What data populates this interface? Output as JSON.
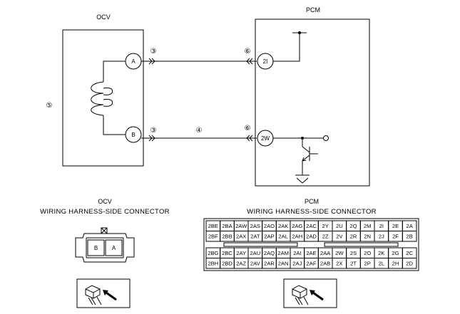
{
  "ocv": {
    "title": "OCV",
    "callout": "⑤",
    "terminal_a": "A",
    "terminal_b": "B",
    "callout_a": "③",
    "callout_b": "③"
  },
  "pcm": {
    "title": "PCM",
    "terminal_top": "2I",
    "terminal_bottom": "2W",
    "callout_top": "⑥",
    "callout_bottom": "⑥"
  },
  "wire_callout": "④",
  "ocv_connector": {
    "title": "OCV",
    "subtitle": "WIRING HARNESS-SIDE CONNECTOR",
    "pins": [
      "B",
      "A"
    ]
  },
  "pcm_connector": {
    "title": "PCM",
    "subtitle": "WIRING HARNESS-SIDE CONNECTOR",
    "upper_rows": [
      [
        "2BE",
        "2BA",
        "2AW",
        "2AS",
        "2AO",
        "2AK",
        "2AG",
        "2AC",
        "2Y",
        "2U",
        "2Q",
        "2M",
        "2I",
        "2E",
        "2A"
      ],
      [
        "2BF",
        "2BB",
        "2AX",
        "2AT",
        "2AP",
        "2AL",
        "2AH",
        "2AD",
        "2Z",
        "2V",
        "2R",
        "2N",
        "2J",
        "2F",
        "2B"
      ]
    ],
    "lower_rows": [
      [
        "2BG",
        "2BC",
        "2AY",
        "2AU",
        "2AQ",
        "2AM",
        "2AI",
        "2AE",
        "2AA",
        "2W",
        "2S",
        "2O",
        "2K",
        "2G",
        "2C"
      ],
      [
        "2BH",
        "2BD",
        "2AZ",
        "2AV",
        "2AR",
        "2AN",
        "2AJ",
        "2AF",
        "2AB",
        "2X",
        "2T",
        "2P",
        "2L",
        "2H",
        "2D"
      ]
    ]
  }
}
